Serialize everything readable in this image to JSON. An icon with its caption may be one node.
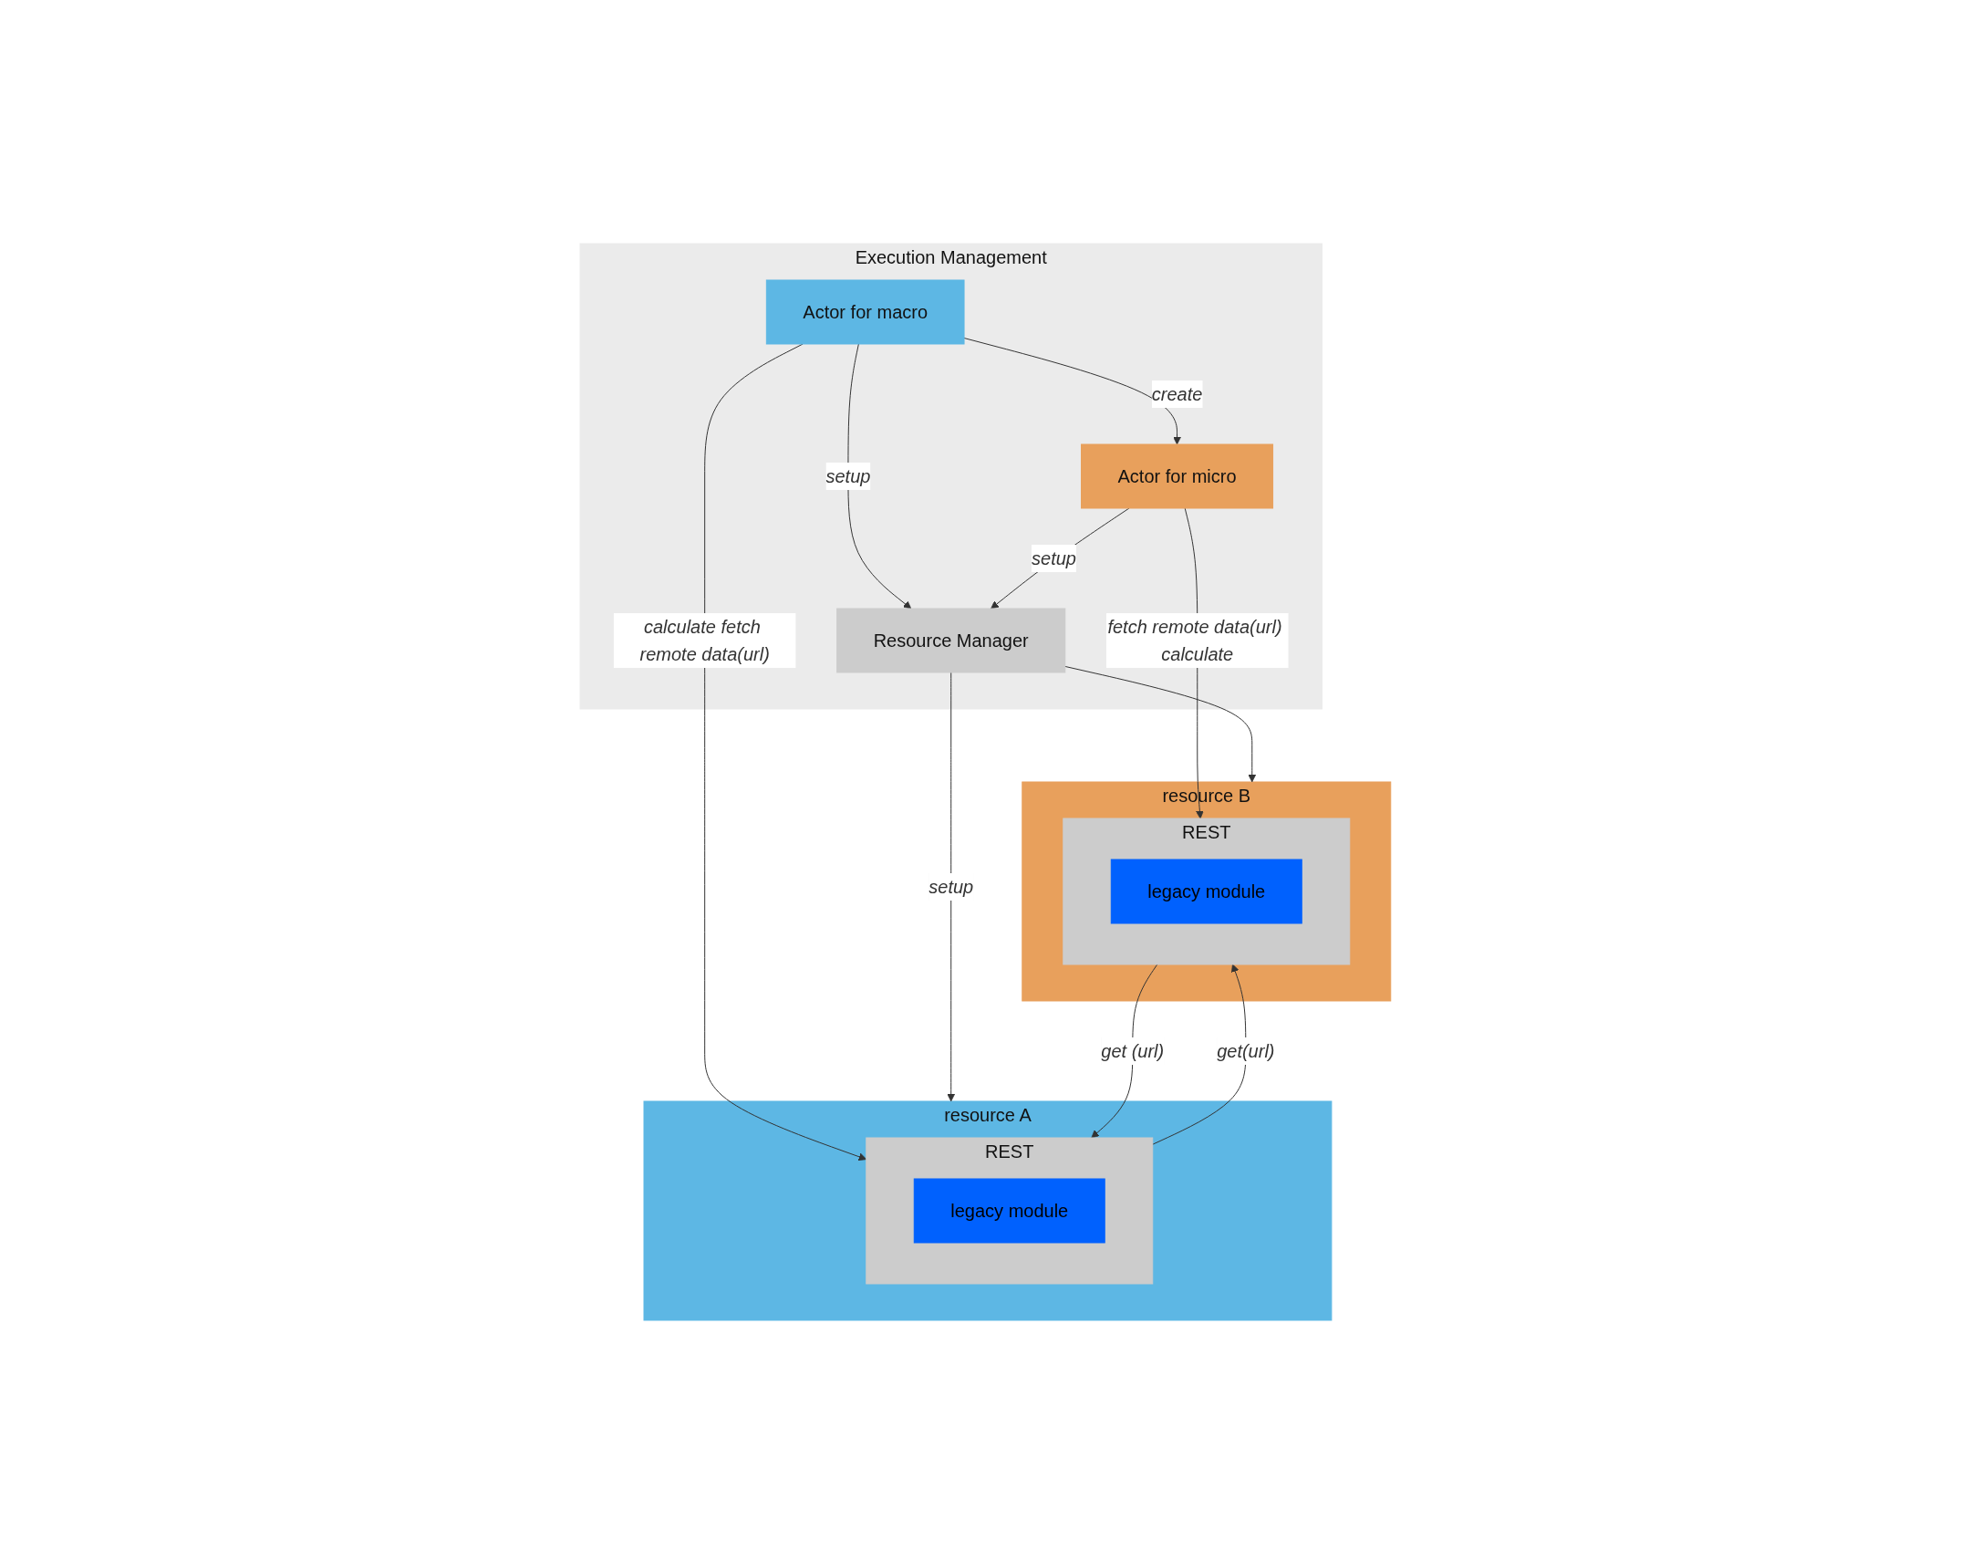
{
  "diagram": {
    "nodes": [
      {
        "text": [
          "Execution Management"
        ]
      },
      {
        "text": [
          "Actor for macro"
        ],
        "in": 0
      },
      {
        "text": [
          "Actor for micro"
        ],
        "in": 0
      },
      {
        "text": [
          "Resource Manager"
        ],
        "in": 0
      },
      {
        "text": [
          "resource A"
        ]
      },
      {
        "text": [
          "REST"
        ],
        "in": 4
      },
      {
        "text": [
          "legacy module"
        ],
        "in": 5
      },
      {
        "text": [
          "resource B"
        ]
      },
      {
        "text": [
          "REST"
        ],
        "in": 7
      },
      {
        "text": [
          "legacy module"
        ],
        "in": 8
      }
    ],
    "edges": [
      {
        "from": 1,
        "to": 2,
        "arrow": "to",
        "label": "create"
      },
      {
        "from": 1,
        "to": 3,
        "arrow": "to",
        "label": "setup"
      },
      {
        "from": 2,
        "to": 3,
        "arrow": "to",
        "label": "setup"
      },
      {
        "from": 1,
        "to": 5,
        "arrow": "to",
        "label": "calculate fetch remote data(url)"
      },
      {
        "from": 2,
        "to": 8,
        "arrow": "to",
        "label": "fetch remote data(url) calculate"
      },
      {
        "from": 3,
        "to": 4,
        "arrow": "to",
        "label": "setup"
      },
      {
        "from": 3,
        "to": 7,
        "arrow": "to"
      },
      {
        "from": 8,
        "to": 5,
        "arrow": "to",
        "label": "get (url)"
      },
      {
        "from": 5,
        "to": 8,
        "arrow": "to",
        "label": "get(url)"
      }
    ]
  }
}
